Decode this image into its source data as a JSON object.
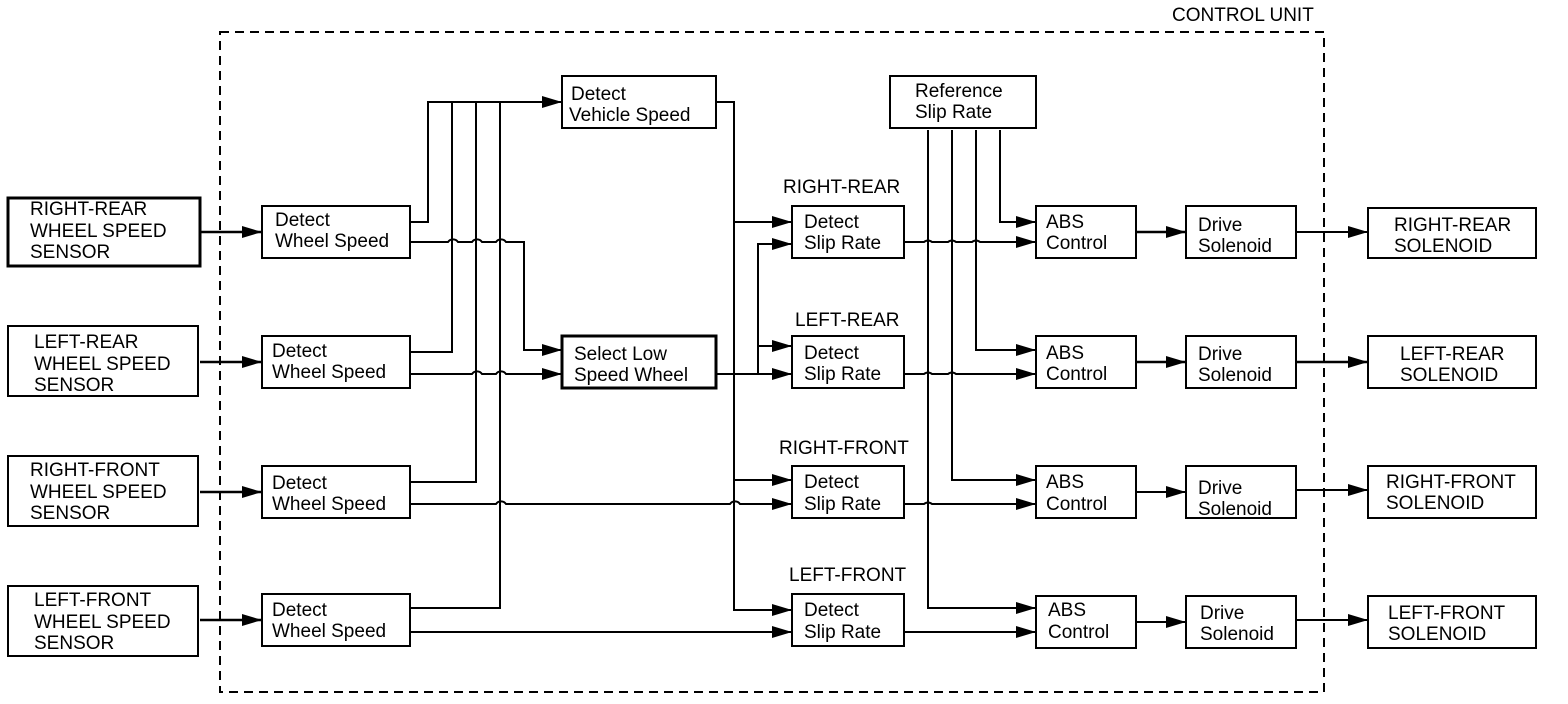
{
  "control_unit_label": "CONTROL UNIT",
  "sensors": [
    {
      "lines": [
        "RIGHT-REAR",
        "WHEEL SPEED",
        "SENSOR"
      ]
    },
    {
      "lines": [
        "LEFT-REAR",
        "WHEEL SPEED",
        "SENSOR"
      ]
    },
    {
      "lines": [
        "RIGHT-FRONT",
        "WHEEL SPEED",
        "SENSOR"
      ]
    },
    {
      "lines": [
        "LEFT-FRONT",
        "WHEEL SPEED",
        "SENSOR"
      ]
    }
  ],
  "detect_wheel_speed": [
    {
      "lines": [
        "Detect",
        "Wheel Speed"
      ]
    },
    {
      "lines": [
        "Detect",
        "Wheel Speed"
      ]
    },
    {
      "lines": [
        "Detect",
        "Wheel Speed"
      ]
    },
    {
      "lines": [
        "Detect",
        "Wheel Speed"
      ]
    }
  ],
  "detect_vehicle_speed": {
    "lines": [
      "Detect",
      "Vehicle Speed"
    ]
  },
  "select_low_speed_wheel": {
    "lines": [
      "Select Low",
      "Speed Wheel"
    ]
  },
  "reference_slip_rate": {
    "lines": [
      "Reference",
      "Slip Rate"
    ]
  },
  "wheel_labels": [
    "RIGHT-REAR",
    "LEFT-REAR",
    "RIGHT-FRONT",
    "LEFT-FRONT"
  ],
  "detect_slip_rate": [
    {
      "lines": [
        "Detect",
        "Slip Rate"
      ]
    },
    {
      "lines": [
        "Detect",
        "Slip Rate"
      ]
    },
    {
      "lines": [
        "Detect",
        "Slip Rate"
      ]
    },
    {
      "lines": [
        "Detect",
        "Slip Rate"
      ]
    }
  ],
  "abs_control": [
    {
      "lines": [
        "ABS",
        "Control"
      ]
    },
    {
      "lines": [
        "ABS",
        "Control"
      ]
    },
    {
      "lines": [
        "ABS",
        "Control"
      ]
    },
    {
      "lines": [
        "ABS",
        "Control"
      ]
    }
  ],
  "drive_solenoid": [
    {
      "lines": [
        "Drive",
        "Solenoid"
      ]
    },
    {
      "lines": [
        "Drive",
        "Solenoid"
      ]
    },
    {
      "lines": [
        "Drive",
        "Solenoid"
      ]
    },
    {
      "lines": [
        "Drive",
        "Solenoid"
      ]
    }
  ],
  "solenoids": [
    {
      "lines": [
        "RIGHT-REAR",
        "SOLENOID"
      ]
    },
    {
      "lines": [
        "LEFT-REAR",
        "SOLENOID"
      ]
    },
    {
      "lines": [
        "RIGHT-FRONT",
        "SOLENOID"
      ]
    },
    {
      "lines": [
        "LEFT-FRONT",
        "SOLENOID"
      ]
    }
  ]
}
